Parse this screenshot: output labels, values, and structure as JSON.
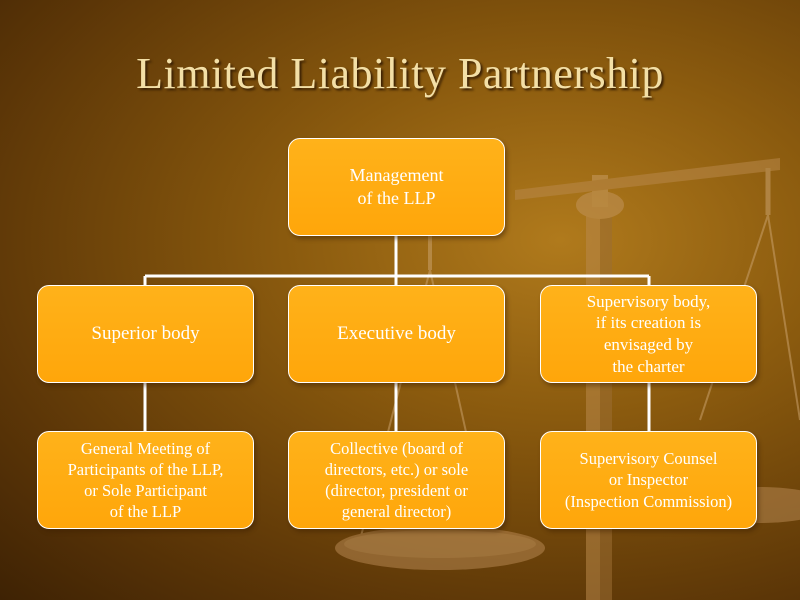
{
  "slide": {
    "title": "Limited Liability Partnership"
  },
  "org_chart": {
    "root": {
      "label": "Management\nof the LLP"
    },
    "branches": [
      {
        "label": "Superior body",
        "child": "General Meeting of\nParticipants of the LLP,\nor Sole Participant\nof the LLP"
      },
      {
        "label": "Executive body",
        "child": "Collective (board of\ndirectors, etc.) or sole\n(director, president or\ngeneral director)"
      },
      {
        "label": "Supervisory body,\nif its creation is\nenvisaged by\nthe charter",
        "child": "Supervisory Counsel\nor Inspector\n(Inspection Commission)"
      }
    ]
  },
  "colors": {
    "box_fill": "#ffa60a",
    "box_border": "#ffffff",
    "connector": "#ffffff",
    "title_text": "#f3dfa6",
    "background": "#8a5a0e"
  },
  "background_image": "scales-of-justice"
}
